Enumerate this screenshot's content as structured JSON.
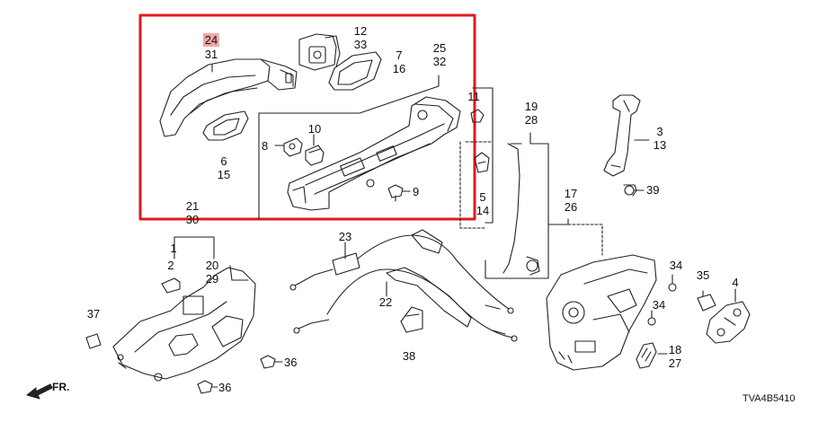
{
  "diagram": {
    "code": "TVA4B5410",
    "direction": "FR.",
    "highlight_color": "#e0191f",
    "callouts": {
      "c24": "24",
      "c31": "31",
      "c12": "12",
      "c33": "33",
      "c7": "7",
      "c16": "16",
      "c25": "25",
      "c32": "32",
      "c11": "11",
      "c10": "10",
      "c8": "8",
      "c6": "6",
      "c15": "15",
      "c5": "5",
      "c14": "14",
      "c9a": "9",
      "c19": "19",
      "c28": "28",
      "c3": "3",
      "c13": "13",
      "c39": "39",
      "c17": "17",
      "c26": "26",
      "c21": "21",
      "c30": "30",
      "c1": "1",
      "c2": "2",
      "c20": "20",
      "c29": "29",
      "c23": "23",
      "c22": "22",
      "c37": "37",
      "c36a": "36",
      "c36b": "36",
      "c38": "38",
      "c34a": "34",
      "c34b": "34",
      "c35": "35",
      "c4": "4",
      "c18": "18",
      "c27": "27"
    }
  }
}
